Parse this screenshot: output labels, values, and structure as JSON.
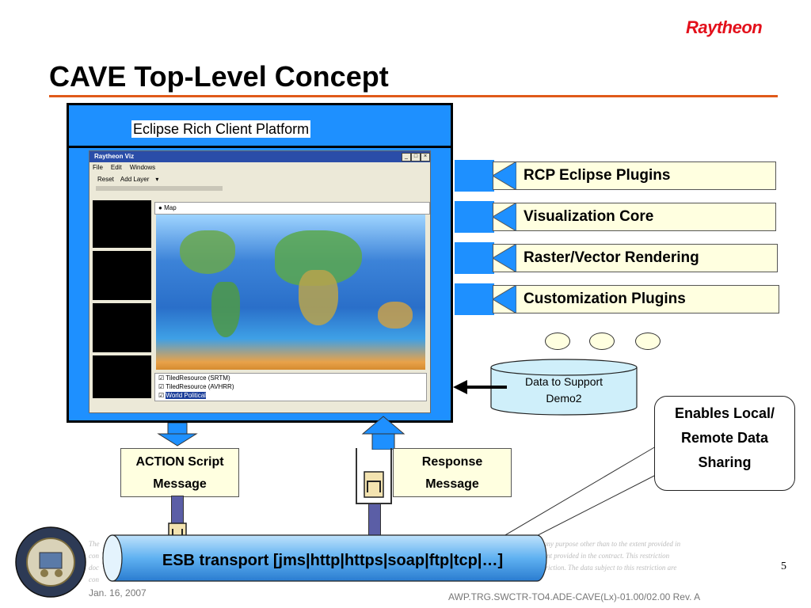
{
  "brand": "Raytheon",
  "title": "CAVE Top-Level Concept",
  "platform": {
    "label": "Eclipse Rich Client Platform"
  },
  "app_window": {
    "title": "Raytheon Viz",
    "menu": [
      "File",
      "Edit",
      "Windows"
    ],
    "toolbar": [
      "Reset",
      "Add Layer"
    ],
    "map_tab": "Map",
    "layers": [
      "TiledResource (SRTM)",
      "TiledResource (AVHRR)",
      "World Political"
    ]
  },
  "plugins": [
    "RCP Eclipse Plugins",
    "Visualization Core",
    "Raster/Vector Rendering",
    "Customization Plugins"
  ],
  "data_store": {
    "line1": "Data to Support",
    "line2": "Demo2"
  },
  "callout": {
    "line1": "Enables Local/",
    "line2": "Remote Data",
    "line3": "Sharing"
  },
  "messages": {
    "action_line1": "ACTION Script",
    "action_line2": "Message",
    "response_line1": "Response",
    "response_line2": "Message"
  },
  "esb": {
    "label": "ESB transport [jms|http|https|soap|ftp|tcp|…]"
  },
  "footer": {
    "date": "Jan. 16, 2007",
    "doc_id": "AWP.TRG.SWCTR-TO4.ADE-CAVE(Lx)-01.00/02.00 Rev. A",
    "page": "5"
  },
  "colors": {
    "platform_blue": "#1e90ff",
    "plugin_fill": "#ffffe0",
    "rule": "#e05a1a",
    "brand_red": "#e3101b"
  }
}
